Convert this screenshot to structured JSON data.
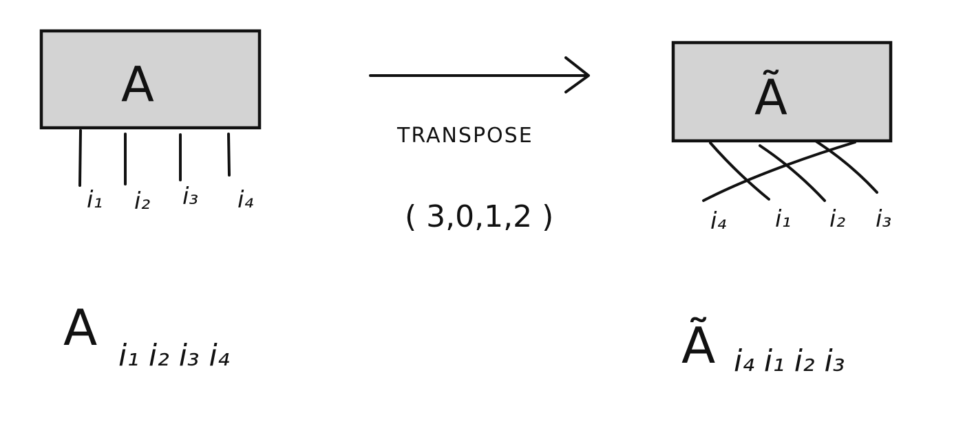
{
  "left_tensor": {
    "label": "A",
    "legs": [
      "i₁",
      "i₂",
      "i₃",
      "i₄"
    ]
  },
  "operation": {
    "name": "TRANSPOSE",
    "permutation": "( 3,0,1,2 )"
  },
  "right_tensor": {
    "label": "Ã",
    "legs": [
      "i₄",
      "i₁",
      "i₂",
      "i₃"
    ]
  },
  "formulas": {
    "left": {
      "base": "A",
      "indices": "i₁ i₂ i₃ i₄"
    },
    "right": {
      "base": "Ã",
      "indices": "i₄ i₁ i₂ i₃"
    }
  }
}
